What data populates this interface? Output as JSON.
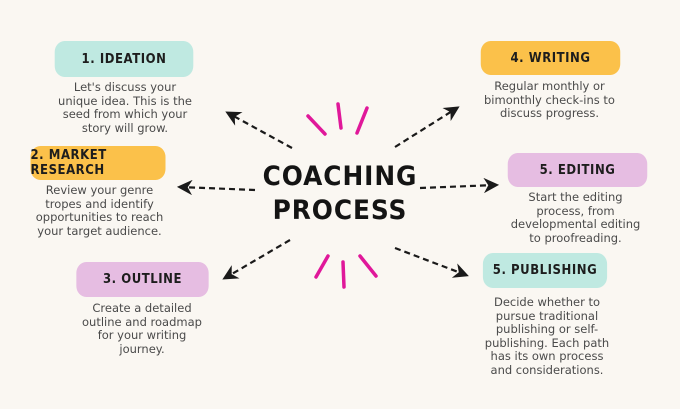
{
  "title": {
    "line1": "COACHING",
    "line2": "PROCESS"
  },
  "colors": {
    "background": "#faf7f2",
    "teal": "#bfe9e1",
    "yellow": "#fbc14a",
    "pink": "#e6bde2",
    "accent_magenta": "#e0189a",
    "arrow": "#1a1a1a"
  },
  "steps": [
    {
      "label": "1. IDEATION",
      "color": "teal",
      "description": "Let's discuss your\nunique idea. This is the\nseed from which your\nstory will grow."
    },
    {
      "label": "2. MARKET RESEARCH",
      "color": "yellow",
      "description": "Review your genre\ntropes and identify\nopportunities to reach\nyour target audience."
    },
    {
      "label": "3. OUTLINE",
      "color": "pink",
      "description": "Create a detailed\noutline and roadmap\nfor your writing\njourney."
    },
    {
      "label": "4. WRITING",
      "color": "yellow",
      "description": "Regular monthly or\nbimonthly check-ins to\ndiscuss progress."
    },
    {
      "label": "5. EDITING",
      "color": "pink",
      "description": "Start the editing\nprocess, from\ndevelopmental editing\nto proofreading."
    },
    {
      "label": "5. PUBLISHING",
      "color": "teal",
      "description": "Decide whether to\npursue traditional\npublishing or self-\npublishing. Each path\nhas its own process\nand considerations."
    }
  ]
}
